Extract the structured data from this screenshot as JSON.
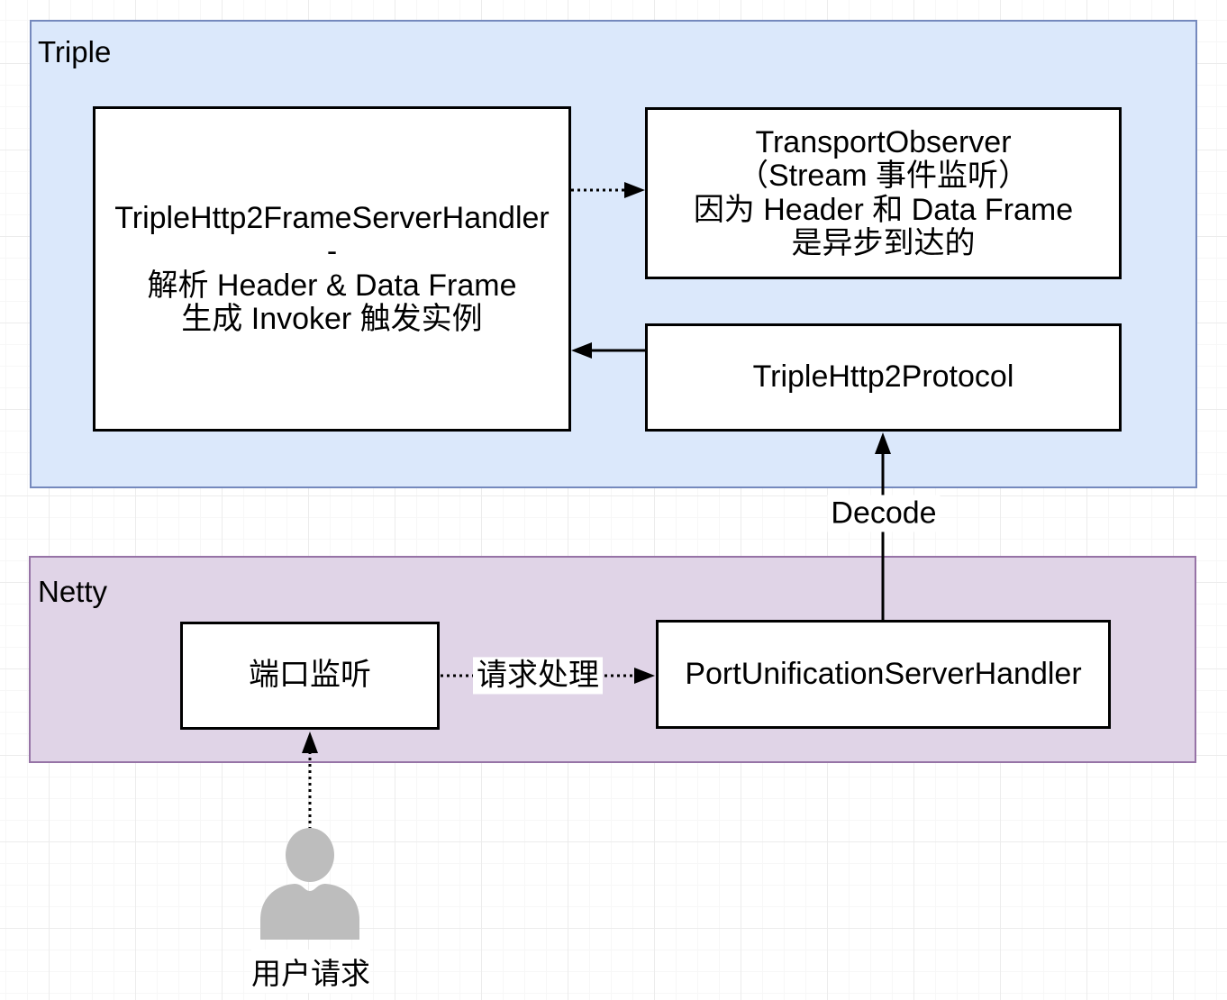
{
  "diagram_title": "Triple / Netty request handling diagram",
  "containers": {
    "triple": {
      "label": "Triple",
      "fill": "#dbe8fb",
      "stroke": "#7589bd"
    },
    "netty": {
      "label": "Netty",
      "fill": "#e0d4e7",
      "stroke": "#9673a6"
    }
  },
  "nodes": {
    "frame_server_handler": {
      "lines": [
        "TripleHttp2FrameServerHandler",
        "-",
        "解析 Header & Data Frame",
        "生成 Invoker 触发实例"
      ]
    },
    "transport_observer": {
      "lines": [
        "TransportObserver",
        "（Stream 事件监听）",
        "因为 Header 和 Data Frame",
        "是异步到达的"
      ]
    },
    "triple_http2_protocol": {
      "label": "TripleHttp2Protocol"
    },
    "port_listen": {
      "label": "端口监听"
    },
    "port_unification_server_handler": {
      "label": "PortUnificationServerHandler"
    }
  },
  "edges": {
    "decode": {
      "label": "Decode",
      "style": "solid-arrow-up"
    },
    "request_handling": {
      "label": "请求处理",
      "style": "dotted-arrow-right"
    },
    "frame_to_observer": {
      "label": "",
      "style": "dotted-arrow-right"
    },
    "protocol_to_handler": {
      "label": "",
      "style": "solid-arrow-left"
    },
    "user_to_port_listen": {
      "label": "",
      "style": "dotted-arrow-up"
    }
  },
  "actor": {
    "icon": "user-silhouette",
    "label": "用户请求",
    "color": "#bdbdbd"
  },
  "line_color": "#000000",
  "box_fill": "#ffffff",
  "box_stroke": "#000000"
}
